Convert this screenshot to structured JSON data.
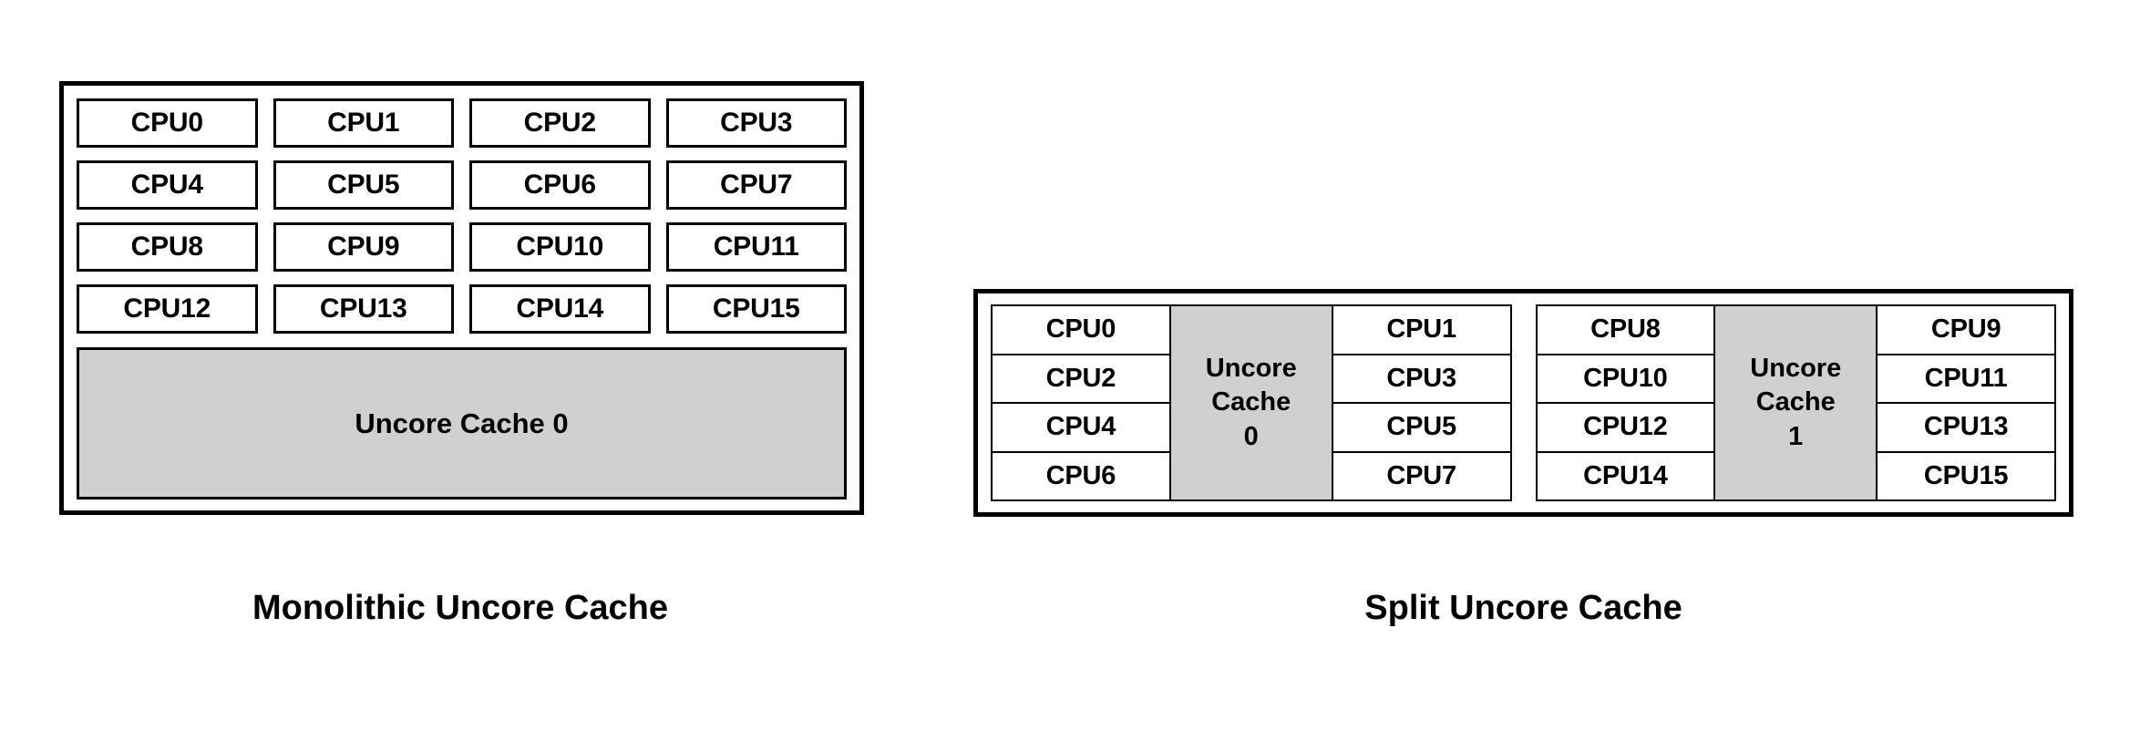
{
  "colors": {
    "cache_fill": "#d0d0d0",
    "border": "#000000",
    "background": "#ffffff",
    "text": "#000000"
  },
  "diagrams": {
    "monolithic": {
      "caption": "Monolithic Uncore Cache",
      "cpu_grid": [
        [
          "CPU0",
          "CPU1",
          "CPU2",
          "CPU3"
        ],
        [
          "CPU4",
          "CPU5",
          "CPU6",
          "CPU7"
        ],
        [
          "CPU8",
          "CPU9",
          "CPU10",
          "CPU11"
        ],
        [
          "CPU12",
          "CPU13",
          "CPU14",
          "CPU15"
        ]
      ],
      "cpu_flat": [
        "CPU0",
        "CPU1",
        "CPU2",
        "CPU3",
        "CPU4",
        "CPU5",
        "CPU6",
        "CPU7",
        "CPU8",
        "CPU9",
        "CPU10",
        "CPU11",
        "CPU12",
        "CPU13",
        "CPU14",
        "CPU15"
      ],
      "cache_label": "Uncore Cache 0"
    },
    "split": {
      "caption": "Split Uncore Cache",
      "clusters": [
        {
          "left_cpus": [
            "CPU0",
            "CPU2",
            "CPU4",
            "CPU6"
          ],
          "cache_line1": "Uncore",
          "cache_line2": "Cache",
          "cache_line3": "0",
          "right_cpus": [
            "CPU1",
            "CPU3",
            "CPU5",
            "CPU7"
          ]
        },
        {
          "left_cpus": [
            "CPU8",
            "CPU10",
            "CPU12",
            "CPU14"
          ],
          "cache_line1": "Uncore",
          "cache_line2": "Cache",
          "cache_line3": "1",
          "right_cpus": [
            "CPU9",
            "CPU11",
            "CPU13",
            "CPU15"
          ]
        }
      ]
    }
  }
}
